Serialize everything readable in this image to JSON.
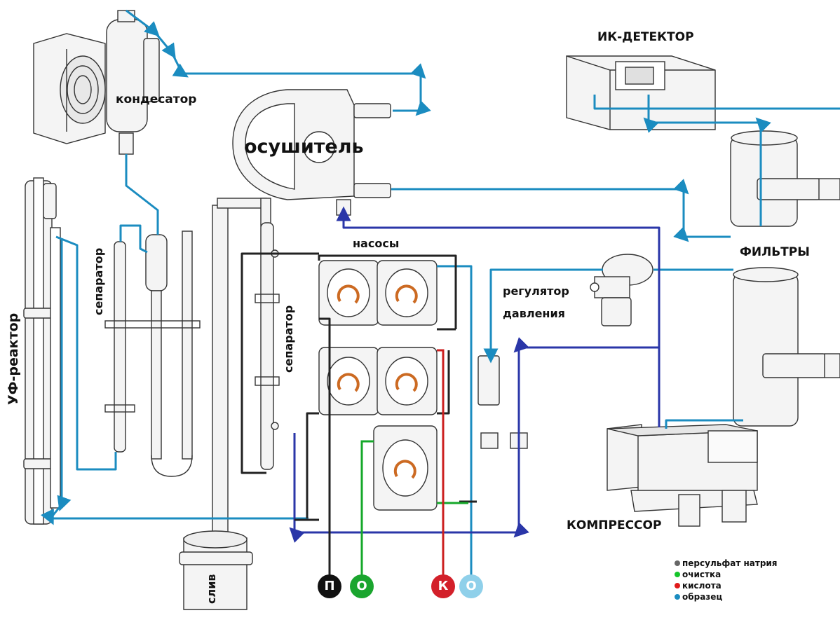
{
  "colors": {
    "sample": "#1b8cc0",
    "carrier": "#2a36a8",
    "persulfate": "#222222",
    "cleaning": "#15a82a",
    "acid": "#cc1f1f",
    "port_sample": "#8fd0ea"
  },
  "labels": {
    "condenser": "кондесатор",
    "dryer": "осушитель",
    "ir_detector": "ИК-ДЕТЕКТОР",
    "pumps": "насосы",
    "filters": "ФИЛЬТРЫ",
    "pressure_regulator_line1": "регулятор",
    "pressure_regulator_line2": "давления",
    "separator_left": "сепаратор",
    "separator_right": "сепаратор",
    "uv_reactor": "УФ-реактор",
    "drain": "слив",
    "compressor": "КОМПРЕССОР"
  },
  "ports": [
    {
      "letter": "П",
      "color": "#111111"
    },
    {
      "letter": "О",
      "color": "#1aa52e"
    },
    {
      "letter": "К",
      "color": "#d3202a"
    },
    {
      "letter": "О",
      "color": "#8fd0ea"
    }
  ],
  "legend": [
    {
      "label": "персульфат натрия",
      "color": "#666666"
    },
    {
      "label": "очистка",
      "color": "#15c42a"
    },
    {
      "label": "кислота",
      "color": "#e01a1a"
    },
    {
      "label": "образец",
      "color": "#1b8cc0"
    }
  ]
}
